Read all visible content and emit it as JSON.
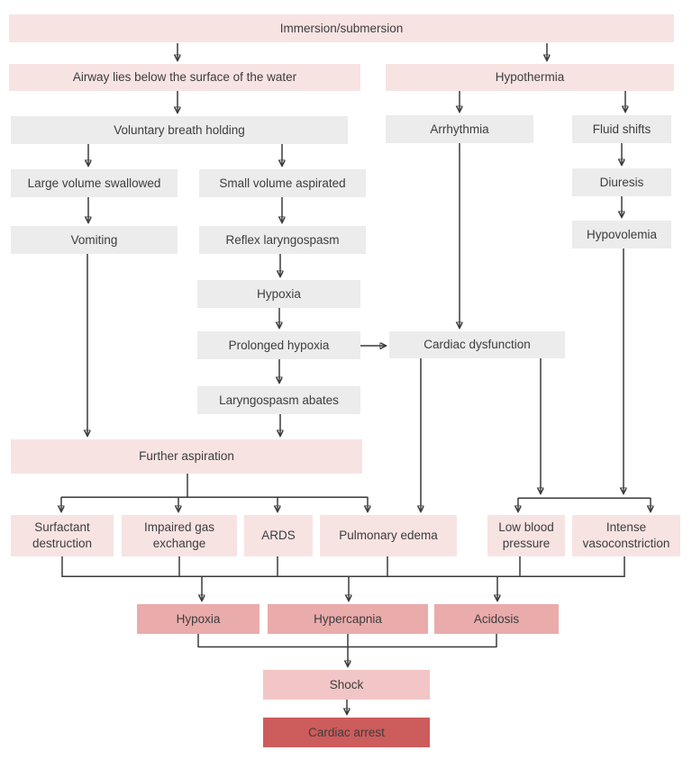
{
  "colors": {
    "light_pink": "#f8e3e3",
    "gray": "#ececec",
    "medium_pink": "#eaabab",
    "shock_pink": "#f2c6c6",
    "arrest_red": "#cd5c5c",
    "line": "#3a3a3a",
    "text": "#3d3d3d",
    "background": "#ffffff"
  },
  "nodes": {
    "immersion": {
      "label": "Immersion/submersion"
    },
    "airway": {
      "label": "Airway lies below the surface of the water"
    },
    "hypothermia": {
      "label": "Hypothermia"
    },
    "voluntary_breath_holding": {
      "label": "Voluntary breath holding"
    },
    "arrhythmia": {
      "label": "Arrhythmia"
    },
    "fluid_shifts": {
      "label": "Fluid shifts"
    },
    "large_volume_swallowed": {
      "label": "Large volume swallowed"
    },
    "small_volume_aspirated": {
      "label": "Small volume aspirated"
    },
    "diuresis": {
      "label": "Diuresis"
    },
    "vomiting": {
      "label": "Vomiting"
    },
    "reflex_laryngospasm": {
      "label": "Reflex laryngospasm"
    },
    "hypovolemia": {
      "label": "Hypovolemia"
    },
    "hypoxia_initial": {
      "label": "Hypoxia"
    },
    "prolonged_hypoxia": {
      "label": "Prolonged hypoxia"
    },
    "cardiac_dysfunction": {
      "label": "Cardiac dysfunction"
    },
    "laryngospasm_abates": {
      "label": "Laryngospasm abates"
    },
    "further_aspiration": {
      "label": "Further aspiration"
    },
    "surfactant_destruction": {
      "label": "Surfactant destruction"
    },
    "impaired_gas_exchange": {
      "label": "Impaired gas exchange"
    },
    "ards": {
      "label": "ARDS"
    },
    "pulmonary_edema": {
      "label": "Pulmonary edema"
    },
    "low_blood_pressure": {
      "label": "Low blood pressure"
    },
    "intense_vasoconstriction": {
      "label": "Intense vasoconstriction"
    },
    "hypoxia_final": {
      "label": "Hypoxia"
    },
    "hypercapnia": {
      "label": "Hypercapnia"
    },
    "acidosis": {
      "label": "Acidosis"
    },
    "shock": {
      "label": "Shock"
    },
    "cardiac_arrest": {
      "label": "Cardiac arrest"
    }
  },
  "edges": [
    {
      "from": [
        "immersion"
      ],
      "to": [
        "airway"
      ]
    },
    {
      "from": [
        "immersion"
      ],
      "to": [
        "hypothermia"
      ]
    },
    {
      "from": [
        "airway"
      ],
      "to": [
        "voluntary_breath_holding"
      ]
    },
    {
      "from": [
        "hypothermia"
      ],
      "to": [
        "arrhythmia"
      ]
    },
    {
      "from": [
        "hypothermia"
      ],
      "to": [
        "fluid_shifts"
      ]
    },
    {
      "from": [
        "voluntary_breath_holding"
      ],
      "to": [
        "large_volume_swallowed"
      ]
    },
    {
      "from": [
        "voluntary_breath_holding"
      ],
      "to": [
        "small_volume_aspirated"
      ]
    },
    {
      "from": [
        "large_volume_swallowed"
      ],
      "to": [
        "vomiting"
      ]
    },
    {
      "from": [
        "small_volume_aspirated"
      ],
      "to": [
        "reflex_laryngospasm"
      ]
    },
    {
      "from": [
        "reflex_laryngospasm"
      ],
      "to": [
        "hypoxia_initial"
      ]
    },
    {
      "from": [
        "hypoxia_initial"
      ],
      "to": [
        "prolonged_hypoxia"
      ]
    },
    {
      "from": [
        "prolonged_hypoxia"
      ],
      "to": [
        "cardiac_dysfunction"
      ]
    },
    {
      "from": [
        "prolonged_hypoxia"
      ],
      "to": [
        "laryngospasm_abates"
      ]
    },
    {
      "from": [
        "arrhythmia"
      ],
      "to": [
        "cardiac_dysfunction"
      ]
    },
    {
      "from": [
        "fluid_shifts"
      ],
      "to": [
        "diuresis"
      ]
    },
    {
      "from": [
        "diuresis"
      ],
      "to": [
        "hypovolemia"
      ]
    },
    {
      "from": [
        "vomiting"
      ],
      "to": [
        "further_aspiration"
      ]
    },
    {
      "from": [
        "laryngospasm_abates"
      ],
      "to": [
        "further_aspiration"
      ]
    },
    {
      "from": [
        "further_aspiration"
      ],
      "to": [
        "surfactant_destruction",
        "impaired_gas_exchange",
        "ards",
        "pulmonary_edema"
      ]
    },
    {
      "from": [
        "cardiac_dysfunction"
      ],
      "to": [
        "pulmonary_edema"
      ]
    },
    {
      "from": [
        "cardiac_dysfunction",
        "hypovolemia"
      ],
      "to": [
        "low_blood_pressure",
        "intense_vasoconstriction"
      ]
    },
    {
      "from": [
        "surfactant_destruction",
        "impaired_gas_exchange",
        "ards",
        "pulmonary_edema",
        "low_blood_pressure",
        "intense_vasoconstriction"
      ],
      "to": [
        "hypoxia_final",
        "hypercapnia",
        "acidosis"
      ]
    },
    {
      "from": [
        "hypoxia_final",
        "hypercapnia",
        "acidosis"
      ],
      "to": [
        "shock"
      ]
    },
    {
      "from": [
        "shock"
      ],
      "to": [
        "cardiac_arrest"
      ]
    }
  ]
}
